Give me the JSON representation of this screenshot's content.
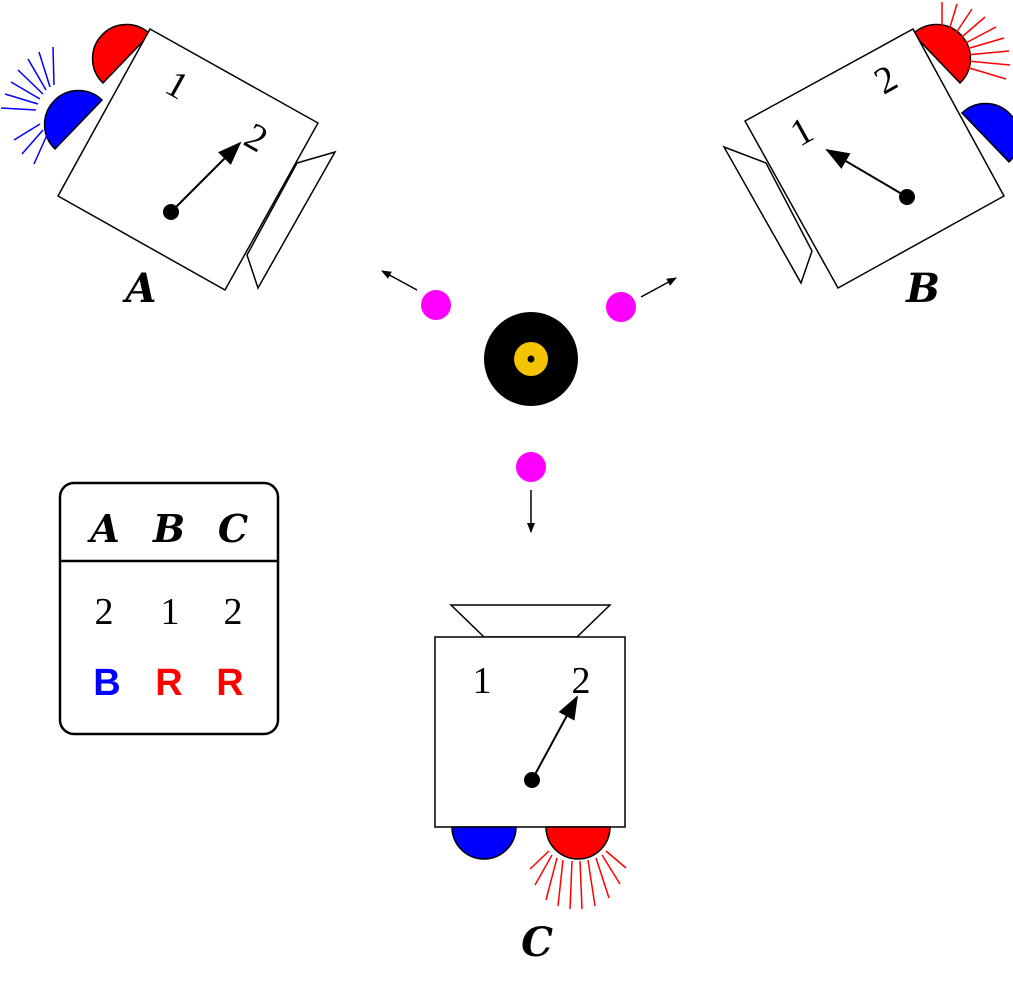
{
  "detectors": {
    "A": {
      "label": "A",
      "settings": [
        "1",
        "2"
      ],
      "lights": {
        "red": "off",
        "blue": "flashing"
      }
    },
    "B": {
      "label": "B",
      "settings": [
        "1",
        "2"
      ],
      "lights": {
        "red": "flashing",
        "blue": "off"
      }
    },
    "C": {
      "label": "C",
      "settings": [
        "1",
        "2"
      ],
      "lights": {
        "blue": "off",
        "red": "flashing"
      }
    }
  },
  "results_table": {
    "headers": [
      "A",
      "B",
      "C"
    ],
    "settings": [
      "2",
      "1",
      "2"
    ],
    "colors": [
      "B",
      "R",
      "R"
    ]
  },
  "colors": {
    "red": "#ff0000",
    "blue": "#0000ff",
    "particle": "#ff00ff",
    "source_inner": "#f5c400",
    "source_outer": "#000000"
  }
}
